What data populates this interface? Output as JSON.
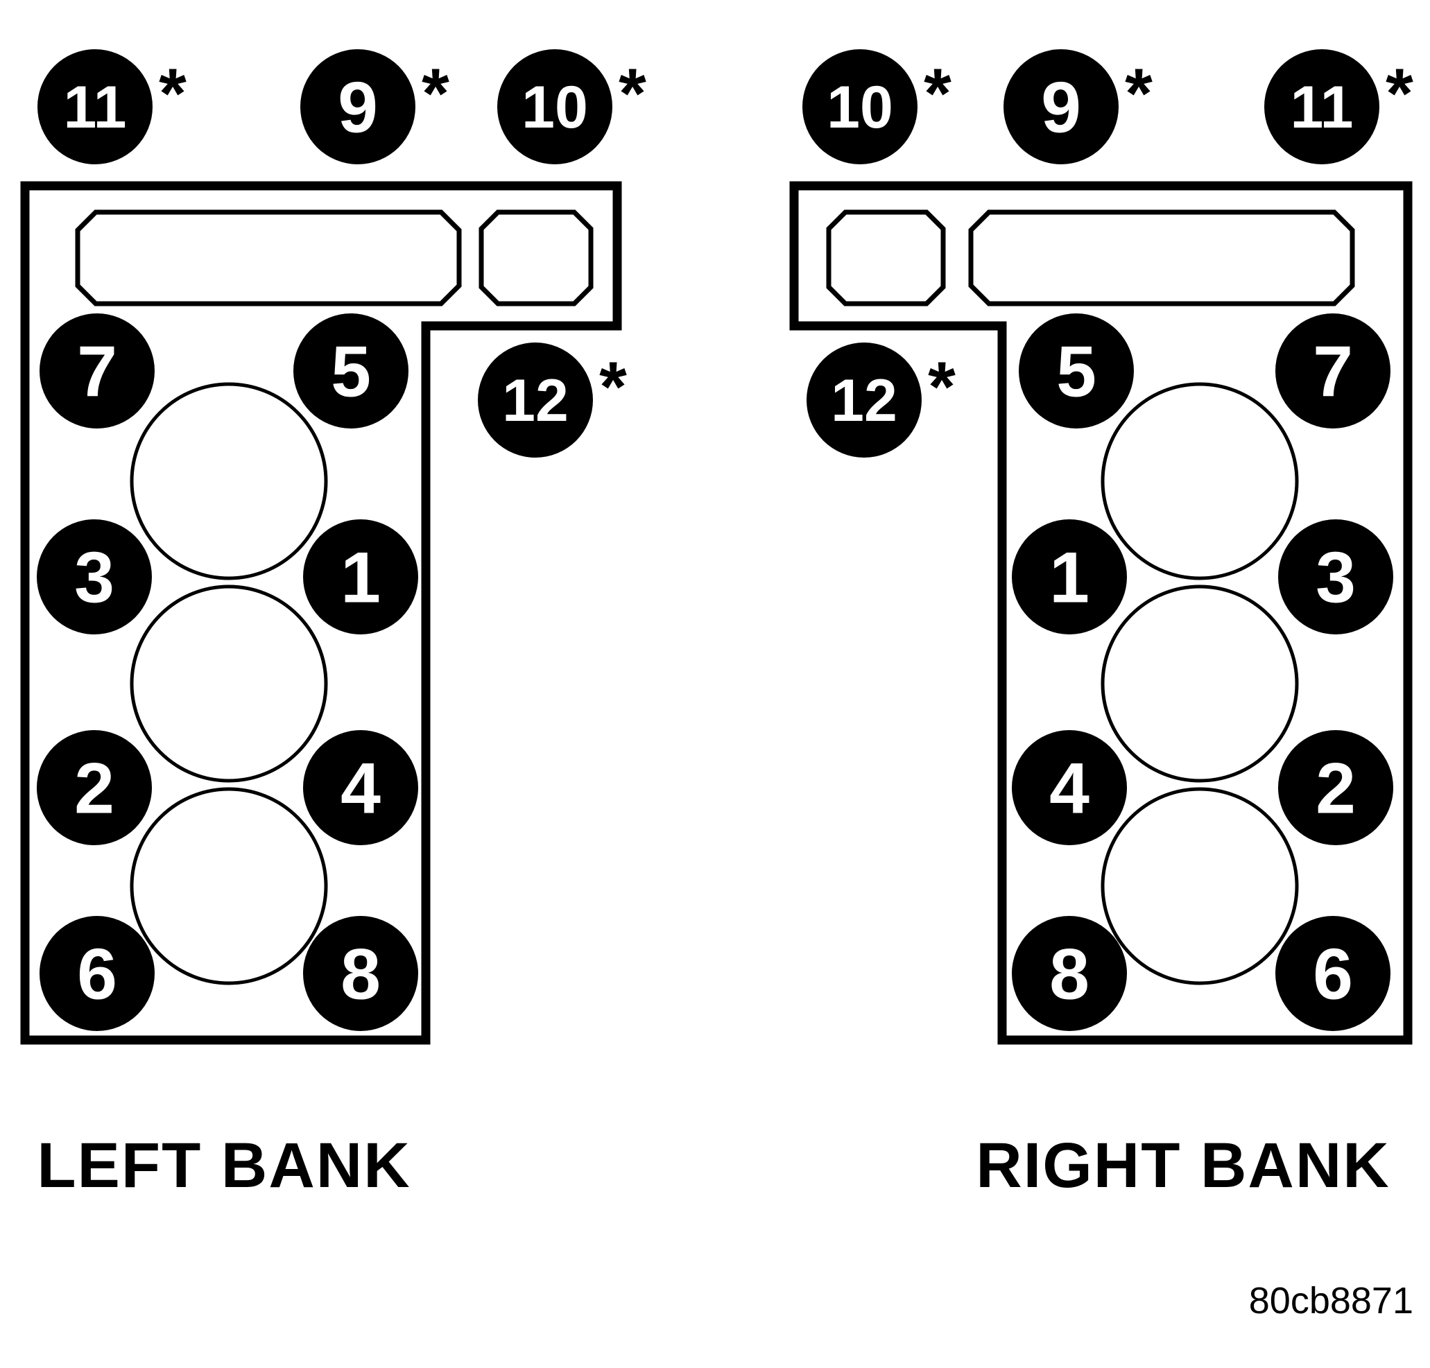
{
  "figure_code": "80cb8871",
  "banks": [
    {
      "id": "left-bank",
      "label": "LEFT BANK",
      "top_bolts": [
        {
          "label": "11",
          "marker": "*"
        },
        {
          "label": "9",
          "marker": "*"
        },
        {
          "label": "10",
          "marker": "*"
        }
      ],
      "mid_bolt": {
        "label": "12",
        "marker": "*"
      },
      "head_bolts": [
        {
          "label": "7"
        },
        {
          "label": "5"
        },
        {
          "label": "3"
        },
        {
          "label": "1"
        },
        {
          "label": "2"
        },
        {
          "label": "4"
        },
        {
          "label": "6"
        },
        {
          "label": "8"
        }
      ]
    },
    {
      "id": "right-bank",
      "label": "RIGHT BANK",
      "top_bolts": [
        {
          "label": "10",
          "marker": "*"
        },
        {
          "label": "9",
          "marker": "*"
        },
        {
          "label": "11",
          "marker": "*"
        }
      ],
      "mid_bolt": {
        "label": "12",
        "marker": "*"
      },
      "head_bolts": [
        {
          "label": "5"
        },
        {
          "label": "7"
        },
        {
          "label": "1"
        },
        {
          "label": "3"
        },
        {
          "label": "4"
        },
        {
          "label": "2"
        },
        {
          "label": "8"
        },
        {
          "label": "6"
        }
      ]
    }
  ],
  "colors": {
    "ink": "#000000",
    "background": "#ffffff",
    "bolt_fill": "#000000",
    "bolt_number": "#ffffff"
  }
}
